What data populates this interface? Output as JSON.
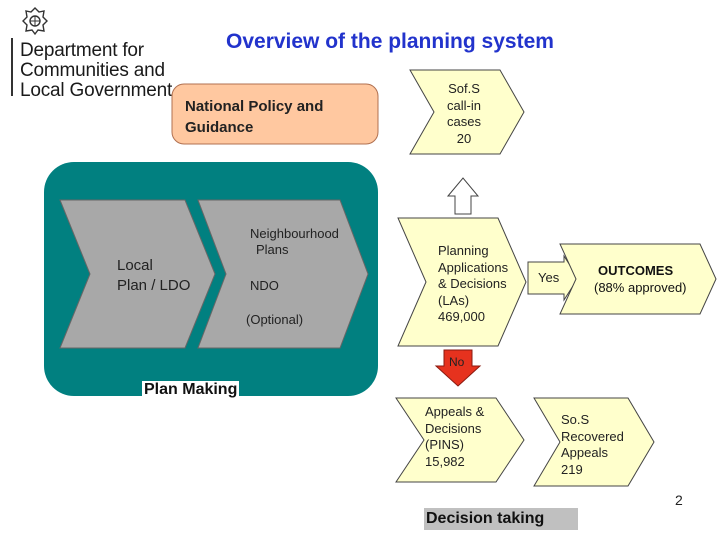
{
  "header": {
    "org_lines": [
      "Department for",
      "Communities and",
      "Local Government"
    ],
    "title": "Overview of the  planning system"
  },
  "policy": {
    "line1": "National Policy and",
    "line2": "Guidance"
  },
  "plan_making": {
    "label": "Plan Making",
    "local_plan": {
      "line1": "Local",
      "line2": "Plan / LDO"
    },
    "neighbourhood": {
      "line1": "Neighbourhood",
      "line2": "Plans",
      "ndo": "NDO",
      "optional": "(Optional)"
    }
  },
  "sos_callin": {
    "line1": "Sof.S",
    "line2": "call-in",
    "line3": "cases",
    "line4": "20"
  },
  "planning_apps": {
    "line1": "Planning",
    "line2": "Applications",
    "line3": "& Decisions",
    "line4": "(LAs)",
    "line5": "469,000"
  },
  "yes_label": "Yes",
  "outcomes": {
    "line1": "OUTCOMES",
    "line2": "(88% approved)"
  },
  "no_label": "No",
  "appeals": {
    "line1": "Appeals &",
    "line2": "Decisions",
    "line3": "(PINS)",
    "line4": "15,982"
  },
  "sos_recovered": {
    "line1": "So.S",
    "line2": "Recovered",
    "line3": "Appeals",
    "line4": "219"
  },
  "decision_taking": "Decision taking",
  "page_number": "2",
  "colors": {
    "title": "#2233cc",
    "teal_panel": "#018080",
    "policy_box": "#ffc8a0",
    "chevron": "#ffffcc",
    "red": "#e6321e",
    "gray_chevron": "#a8a8a8",
    "decision_bar": "#c0c0c0"
  }
}
